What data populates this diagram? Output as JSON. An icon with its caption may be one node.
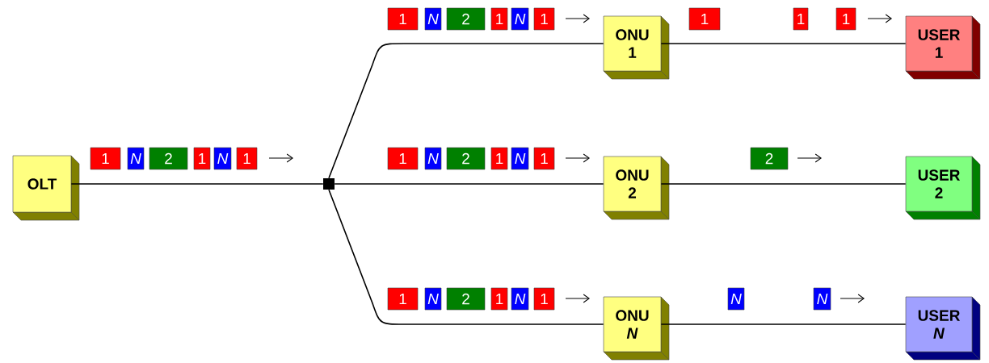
{
  "diagram": {
    "nodes": [
      {
        "text": [
          "OLT"
        ]
      },
      {
        "text": [
          "1"
        ]
      },
      {
        "text": [
          "N"
        ]
      },
      {
        "text": [
          "2"
        ]
      },
      {
        "text": [
          "1"
        ]
      },
      {
        "text": [
          "N"
        ]
      },
      {
        "text": [
          "1"
        ]
      },
      {
        "text": [],
        "shape": "box"
      },
      {
        "text": [
          "1"
        ]
      },
      {
        "text": [
          "N"
        ]
      },
      {
        "text": [
          "2"
        ]
      },
      {
        "text": [
          "1"
        ]
      },
      {
        "text": [
          "N"
        ]
      },
      {
        "text": [
          "1"
        ]
      },
      {
        "text": [
          "ONU 1"
        ]
      },
      {
        "text": [
          "1"
        ]
      },
      {
        "text": [
          "1"
        ]
      },
      {
        "text": [
          "1"
        ]
      },
      {
        "text": [
          "USER 1"
        ]
      },
      {
        "text": [
          "1"
        ]
      },
      {
        "text": [
          "N"
        ]
      },
      {
        "text": [
          "2"
        ]
      },
      {
        "text": [
          "1"
        ]
      },
      {
        "text": [
          "N"
        ]
      },
      {
        "text": [
          "1"
        ]
      },
      {
        "text": [
          "ONU 2"
        ]
      },
      {
        "text": [
          "2"
        ]
      },
      {
        "text": [
          "USER 2"
        ]
      },
      {
        "text": [
          "1"
        ]
      },
      {
        "text": [
          "N"
        ]
      },
      {
        "text": [
          "2"
        ]
      },
      {
        "text": [
          "1"
        ]
      },
      {
        "text": [
          "N"
        ]
      },
      {
        "text": [
          "1"
        ]
      },
      {
        "text": [
          "ONU *N*"
        ]
      },
      {
        "text": [
          "N"
        ]
      },
      {
        "text": [
          "N"
        ]
      },
      {
        "text": [
          "USER *N*"
        ]
      }
    ],
    "edges": [
      {
        "from": 0,
        "to": 7,
        "arrow": "none"
      },
      {
        "from": 7,
        "to": 14,
        "arrow": "none"
      },
      {
        "from": 7,
        "to": 25,
        "arrow": "none"
      },
      {
        "from": 7,
        "to": 34,
        "arrow": "none"
      },
      {
        "from": 14,
        "to": 18,
        "arrow": "none"
      },
      {
        "from": 25,
        "to": 27,
        "arrow": "none"
      },
      {
        "from": 34,
        "to": 37,
        "arrow": "none"
      }
    ]
  }
}
